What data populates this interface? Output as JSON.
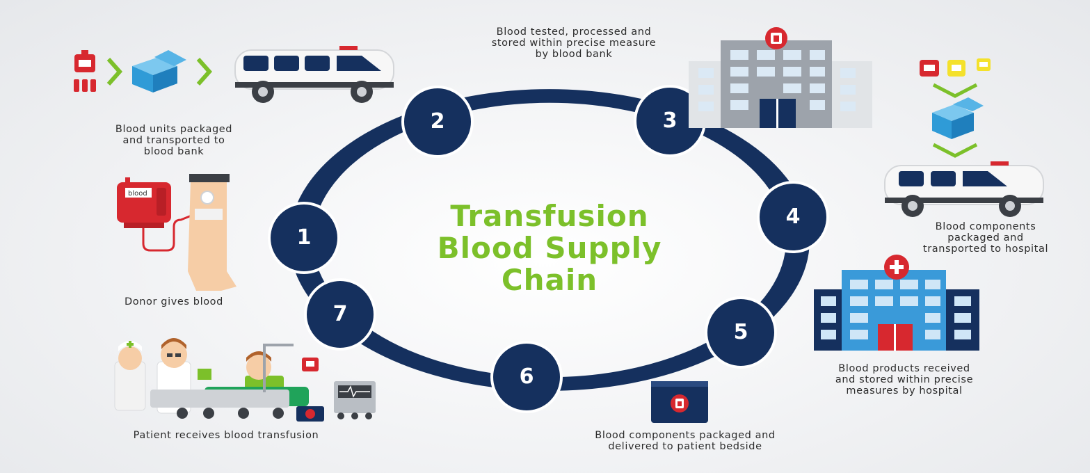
{
  "title": {
    "line1": "Transfusion",
    "line2": "Blood Supply",
    "line3": "Chain"
  },
  "steps": [
    {
      "number": "1",
      "lines": [
        "Donor gives blood"
      ]
    },
    {
      "number": "2",
      "lines": [
        "Blood units packaged",
        "and transported to",
        "blood bank"
      ]
    },
    {
      "number": "3",
      "lines": [
        "Blood tested, processed and",
        "stored within precise measure",
        "by blood bank"
      ]
    },
    {
      "number": "4",
      "lines": [
        "Blood components",
        "packaged and",
        "transported to hospital"
      ]
    },
    {
      "number": "5",
      "lines": [
        "Blood products received",
        "and stored within precise",
        "measures by hospital"
      ]
    },
    {
      "number": "6",
      "lines": [
        "Blood components packaged and",
        "delivered to patient bedside"
      ]
    },
    {
      "number": "7",
      "lines": [
        "Patient receives blood transfusion"
      ]
    }
  ],
  "icons": {
    "blood_bag_label": "blood"
  },
  "colors": {
    "ring": "#15305e",
    "title": "#7cc02a",
    "arrow": "#7cc02a",
    "box": "#2f9bd7",
    "building_blue": "#3a9ad9",
    "building_grey": "#9da3ab",
    "blood_red": "#d7282f"
  }
}
